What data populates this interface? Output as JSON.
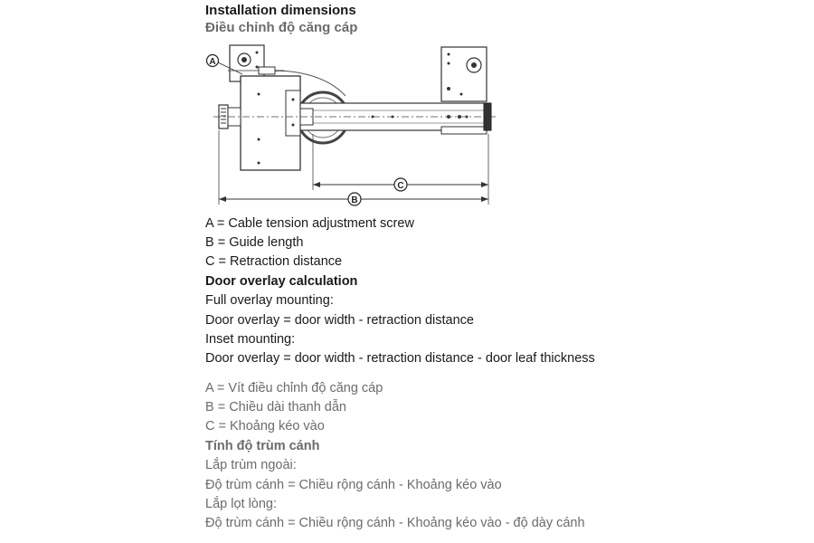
{
  "header": {
    "title_en": "Installation dimensions",
    "title_vi": "Điều chỉnh độ căng cáp"
  },
  "diagram": {
    "label_a": "A",
    "label_b": "B",
    "label_c": "C"
  },
  "legend_en": {
    "a": "A = Cable tension adjustment screw",
    "b": "B = Guide length",
    "c": "C = Retraction distance"
  },
  "overlay_en": {
    "heading": "Door overlay calculation",
    "full_label": "Full overlay mounting:",
    "full_formula": "Door overlay = door width - retraction distance",
    "inset_label": "Inset mounting:",
    "inset_formula": "Door overlay = door width - retraction distance - door leaf thickness"
  },
  "legend_vi": {
    "a": "A = Vít điều chỉnh độ căng cáp",
    "b": "B = Chiều dài thanh dẫn",
    "c": "C = Khoảng kéo vào"
  },
  "overlay_vi": {
    "heading": "Tính độ trùm cánh",
    "full_label": "Lắp trùm ngoài:",
    "full_formula": "Độ trùm cánh = Chiều rộng cánh - Khoảng kéo vào",
    "inset_label": "Lắp lọt lòng:",
    "inset_formula": "Độ trùm cánh = Chiều rộng cánh - Khoảng kéo vào - độ dày cánh"
  }
}
